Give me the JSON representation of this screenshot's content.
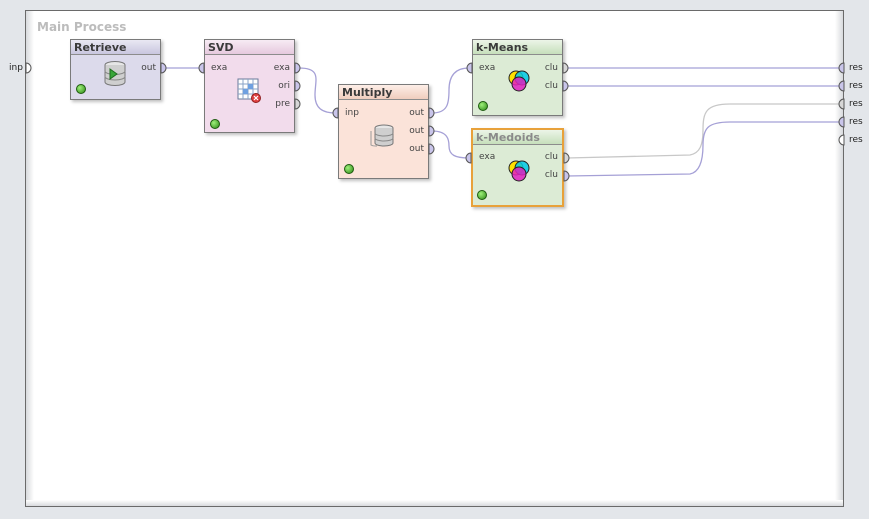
{
  "process": {
    "title": "Main Process"
  },
  "external_ports": {
    "input": [
      "inp"
    ],
    "output": [
      "res",
      "res",
      "res",
      "res",
      "res"
    ]
  },
  "operators": {
    "retrieve": {
      "name": "Retrieve",
      "outputs": [
        "out"
      ],
      "color": "#dcdaeb"
    },
    "svd": {
      "name": "SVD",
      "inputs": [
        "exa"
      ],
      "outputs": [
        "exa",
        "ori",
        "pre"
      ],
      "color": "#f2dcec"
    },
    "multiply": {
      "name": "Multiply",
      "inputs": [
        "inp"
      ],
      "outputs": [
        "out",
        "out",
        "out"
      ],
      "color": "#fbe3d9"
    },
    "kmeans": {
      "name": "k-Means",
      "inputs": [
        "exa"
      ],
      "outputs": [
        "clu",
        "clu"
      ],
      "color": "#dcebd5"
    },
    "kmedoids": {
      "name": "k-Medoids",
      "inputs": [
        "exa"
      ],
      "outputs": [
        "clu",
        "clu"
      ],
      "color": "#dcebd5"
    }
  },
  "colors": {
    "wire_data": "#a5a0d6",
    "wire_cluster": "#c8c8c8",
    "selection": "#e8a13a"
  }
}
